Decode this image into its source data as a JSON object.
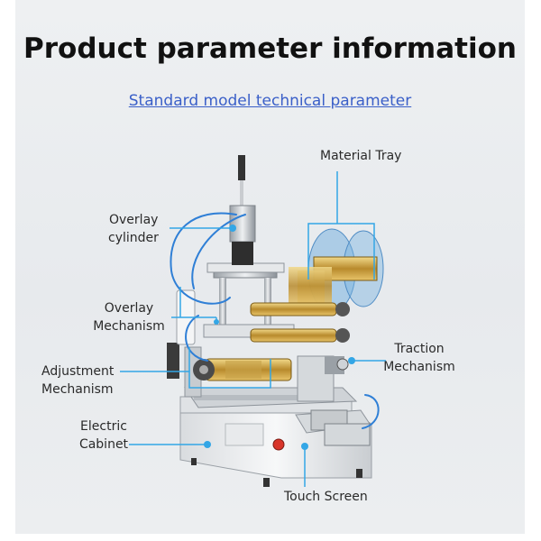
{
  "title": "Product parameter information",
  "subtitle": "Standard model technical parameter",
  "labels": {
    "material_tray": "Material Tray",
    "overlay_cylinder_1": "Overlay",
    "overlay_cylinder_2": "cylinder",
    "overlay_mechanism_1": "Overlay",
    "overlay_mechanism_2": "Mechanism",
    "adjustment_mechanism_1": "Adjustment",
    "adjustment_mechanism_2": "Mechanism",
    "traction_mechanism_1": "Traction",
    "traction_mechanism_2": "Mechanism",
    "electric_cabinet_1": "Electric",
    "electric_cabinet_2": "Cabinet",
    "touch_screen": "Touch Screen"
  },
  "colors": {
    "accent_line": "#33a6e6",
    "subtitle": "#3a5fc8",
    "label_roll": "#c9a24a"
  }
}
